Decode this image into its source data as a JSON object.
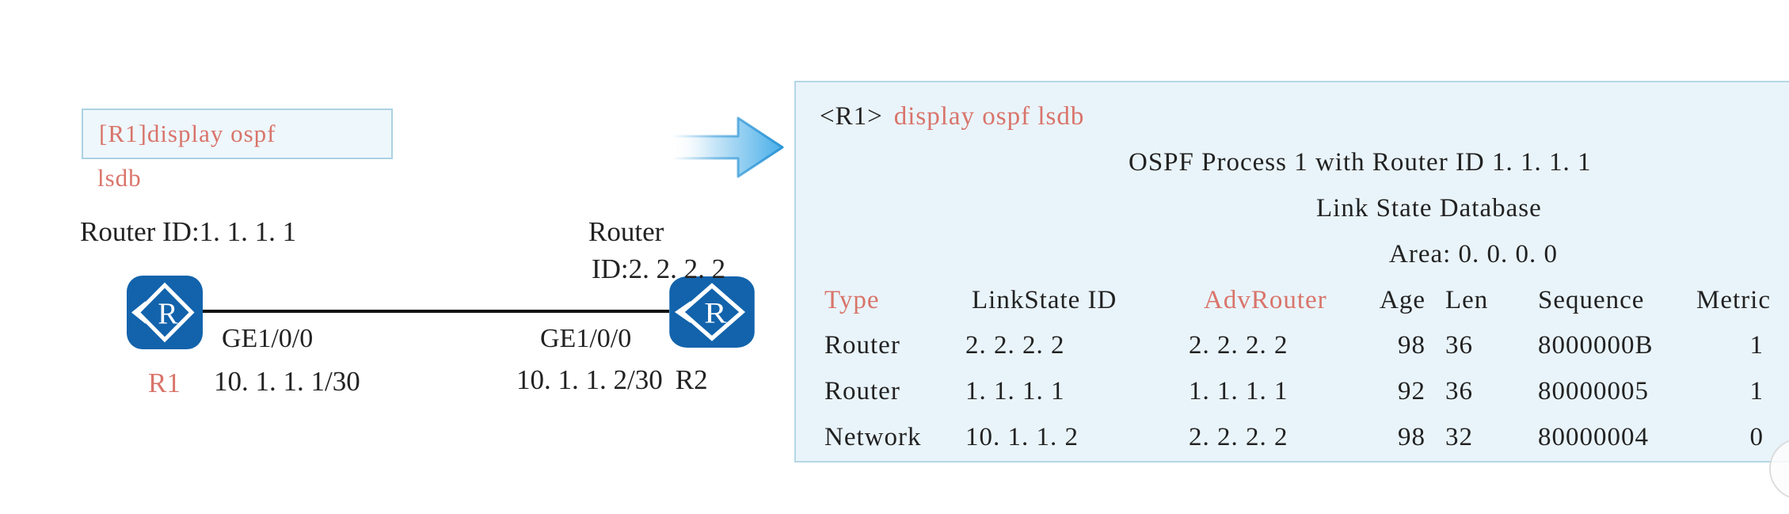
{
  "colors": {
    "salmon": "#d9746a",
    "ink": "#222222",
    "router-blue": "#1263ac",
    "panel-bg": "#e9f4fa",
    "panel-border": "#b5d7e6",
    "box-bg": "#eef7fc",
    "box-border": "#abd2e3",
    "arrow-blue": "#49aee9",
    "arrow-stroke": "#2f96d6",
    "link-line": "#111111",
    "circle-gray": "#d8d8d8"
  },
  "diagram": {
    "command_box": {
      "line1": "[R1]display ospf",
      "line2": "lsdb"
    },
    "r1": {
      "router_id": "Router ID:1. 1. 1. 1",
      "icon_letter": "R",
      "interface": "GE1/0/0",
      "ip": "10. 1. 1. 1/30",
      "name": "R1"
    },
    "r2": {
      "router_id_line1": "Router",
      "router_id_line2": "ID:2. 2. 2. 2",
      "icon_letter": "R",
      "interface": "GE1/0/0",
      "ip": "10. 1. 1. 2/30",
      "name": "R2"
    }
  },
  "terminal": {
    "prompt": "<R1>",
    "command": "display ospf lsdb",
    "process_line": "OSPF Process 1 with Router ID 1. 1. 1. 1",
    "lsdb_title": "Link State Database",
    "area_line": "Area: 0. 0. 0. 0",
    "table": {
      "headers": [
        "Type",
        "LinkState ID",
        "AdvRouter",
        "Age",
        "Len",
        "Sequence",
        "Metric"
      ],
      "rows": [
        [
          "Router",
          "2. 2. 2. 2",
          "2. 2. 2. 2",
          "98",
          "36",
          "8000000B",
          "1"
        ],
        [
          "Router",
          "1. 1. 1. 1",
          "1. 1. 1. 1",
          "92",
          "36",
          "80000005",
          "1"
        ],
        [
          "Network",
          "10. 1. 1. 2",
          "2. 2. 2. 2",
          "98",
          "32",
          "80000004",
          "0"
        ]
      ]
    }
  }
}
